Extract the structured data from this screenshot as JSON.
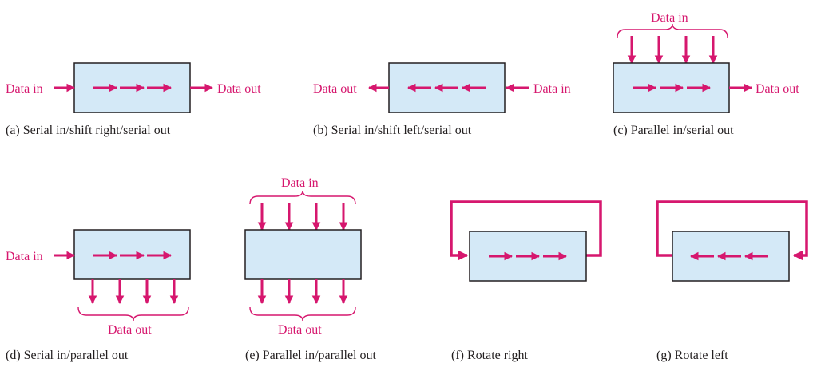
{
  "labels": {
    "data_in": "Data in",
    "data_out": "Data out"
  },
  "captions": {
    "a": "(a) Serial in/shift right/serial out",
    "b": "(b) Serial in/shift left/serial out",
    "c": "(c) Parallel in/serial out",
    "d": "(d) Serial in/parallel out",
    "e": "(e) Parallel in/parallel out",
    "f": "(f) Rotate right",
    "g": "(g) Rotate left"
  },
  "colors": {
    "arrow": "#d6176e",
    "box_fill": "#d4e9f7",
    "box_stroke": "#231f20",
    "caption_text": "#231f20"
  },
  "icons": {
    "arrow": "arrow-icon",
    "brace": "curly-brace"
  }
}
